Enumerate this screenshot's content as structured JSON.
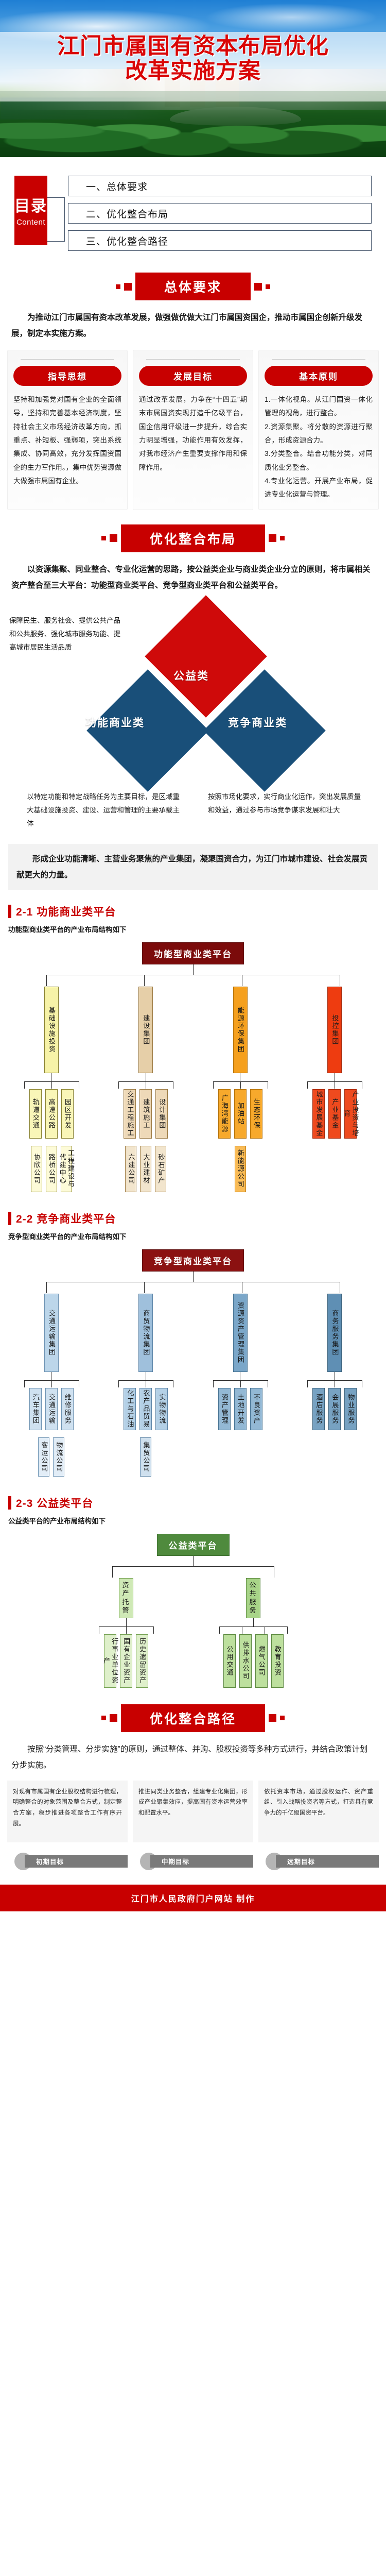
{
  "hero": {
    "title_line1": "江门市属国有资本布局优化",
    "title_line2": "改革实施方案"
  },
  "toc": {
    "badge_cn": "目录",
    "badge_en": "Content",
    "items": [
      {
        "label": "一、总体要求"
      },
      {
        "label": "二、优化整合布局"
      },
      {
        "label": "三、优化整合路径"
      }
    ]
  },
  "section1": {
    "banner": "总体要求",
    "lede": "为推动江门市属国有资本改革发展，做强做优做大江门市属国资国企，推动市属国企创新升级发展，制定本实施方案。",
    "cards": [
      {
        "title": "指导思想",
        "body": "坚持和加强党对国有企业的全面领导，坚持和完善基本经济制度，坚持社会主义市场经济改革方向，抓重点、补短板、强弱项，突出系统集成、协同高效，充分发挥国资国企的生力军作用。，集中优势资源做大做强市属国有企业。"
      },
      {
        "title": "发展目标",
        "body": "通过改革发展，力争在“十四五”期末市属国资实现打造千亿级平台，国企信用评级进一步提升，综合实力明显增强，功能作用有效发挥，对我市经济产生重要支撑作用和保障作用。"
      },
      {
        "title": "基本原则",
        "body": "1.一体化视角。从江门国资一体化管理的视角，进行整合。\n2.资源集聚。将分散的资源进行聚合，形成资源合力。\n3.分类整合。结合功能分类，对同质化业务整合。\n4.专业化运营。开展产业布局，促进专业化运营与管理。"
      }
    ]
  },
  "section2": {
    "banner": "优化整合布局",
    "lede": "以资源集聚、同业整合、专业化运营的思路，按公益类企业与商业类企业分立的原则，将市属相关资产整合至三大平台：功能型商业类平台、竞争型商业类平台和公益类平台。",
    "diamonds": {
      "top": {
        "label": "公益类",
        "color": "#cf0a0a"
      },
      "left": {
        "label": "功能商业类",
        "color": "#194f79"
      },
      "right": {
        "label": "竞争商业类",
        "color": "#194f79"
      }
    },
    "diamond_texts": {
      "top": "保障民生、服务社会、提供公共产品和公共服务、强化城市服务功能、提高城市居民生活品质",
      "left": "以特定功能和特定战略任务为主要目标，是区域重大基础设施投资、建设、运营和管理的主要承载主体",
      "right": "按照市场化要求，实行商业化运作，突出发展质量和效益，通过参与市场竞争谋求发展和壮大"
    },
    "summary": "形成企业功能清晰、主营业务聚焦的产业集团，凝聚国资合力，为江门市城市建设、社会发展贡献更大的力量。"
  },
  "sub21": {
    "number": "2-1",
    "title": "功能商业类平台",
    "note": "功能型商业类平台的产业布局结构如下",
    "chart": {
      "root": "功能型商业类平台",
      "branches": [
        {
          "name": "基础设施投资",
          "color": "#f7f3a8",
          "border": "#8a8330",
          "leaves": [
            {
              "label": "轨道交通"
            },
            {
              "label": "高速公路"
            },
            {
              "label": "园区开发"
            }
          ],
          "subleaves": [
            {
              "label": "协欣公司"
            },
            {
              "label": "路桥公司"
            },
            {
              "label": "工程建设与代建中心"
            }
          ]
        },
        {
          "name": "建设集团",
          "color": "#e6cfa8",
          "border": "#9c7b45",
          "leaves": [
            {
              "label": "交通工程施工"
            },
            {
              "label": "建筑施工"
            },
            {
              "label": "设计集团"
            }
          ],
          "subleaves": [
            {
              "label": "六建公司"
            },
            {
              "label": "大业建材"
            },
            {
              "label": "砂石矿产"
            }
          ]
        },
        {
          "name": "能源环保集团",
          "color": "#f5a01e",
          "border": "#b5740d",
          "leaves": [
            {
              "label": "广海湾能源"
            },
            {
              "label": "加油站"
            },
            {
              "label": "生态环保"
            }
          ],
          "subleaves": [
            {
              "label": "新能源公司"
            }
          ]
        },
        {
          "name": "投控集团",
          "color": "#ee3c10",
          "border": "#a82a0b",
          "leaves": [
            {
              "label": "城市发展基金"
            },
            {
              "label": "产业基金"
            },
            {
              "label": "产业投资与培育"
            }
          ],
          "subleaves": []
        }
      ]
    }
  },
  "sub22": {
    "number": "2-2",
    "title": "竞争商业类平台",
    "note": "竞争型商业类平台的产业布局结构如下",
    "chart": {
      "root": "竞争型商业类平台",
      "branches": [
        {
          "name": "交通运输集团",
          "color": "#bcd6ea",
          "border": "#6d93b3",
          "leaves": [
            {
              "label": "汽车集团"
            },
            {
              "label": "交通运输"
            },
            {
              "label": "维修服务"
            }
          ],
          "subleaves": [
            {
              "label": "客运公司"
            },
            {
              "label": "物流公司"
            }
          ]
        },
        {
          "name": "商贸物流集团",
          "color": "#9fc0dc",
          "border": "#5f86a8",
          "leaves": [
            {
              "label": "化工与石油"
            },
            {
              "label": "农产品贸易"
            },
            {
              "label": "实物物流"
            }
          ],
          "subleaves": [
            {
              "label": "集贸公司"
            }
          ]
        },
        {
          "name": "资源资产管理集团",
          "color": "#7ba7c9",
          "border": "#4a7594",
          "leaves": [
            {
              "label": "资产管理"
            },
            {
              "label": "土地开发"
            },
            {
              "label": "不良资产"
            }
          ],
          "subleaves": []
        },
        {
          "name": "商务服务集团",
          "color": "#5f8fb4",
          "border": "#3c647f",
          "leaves": [
            {
              "label": "酒店服务"
            },
            {
              "label": "会展服务"
            },
            {
              "label": "物业服务"
            }
          ],
          "subleaves": []
        }
      ]
    }
  },
  "sub23": {
    "number": "2-3",
    "title": "公益类平台",
    "note": "公益类平台的产业布局结构如下",
    "chart": {
      "root": "公益类平台",
      "branches": [
        {
          "name": "资产托管",
          "color": "#cfe9b6",
          "border": "#76a254",
          "leaves": [
            {
              "label": "行事业单位资产"
            },
            {
              "label": "国有企业资产"
            },
            {
              "label": "历史遗留资产"
            }
          ],
          "subleaves": []
        },
        {
          "name": "公共服务",
          "color": "#a8d488",
          "border": "#5d8a41",
          "leaves": [
            {
              "label": "公用交通"
            },
            {
              "label": "供排水公司"
            },
            {
              "label": "燃气公司"
            },
            {
              "label": "教育投资"
            }
          ],
          "subleaves": []
        }
      ]
    }
  },
  "section3": {
    "banner": "优化整合路径",
    "lede": "按照“分类管理、分步实施”的原则，通过整体、并购、股权投资等多种方式进行，并结合政策计划分步实施。",
    "cards": [
      "对现有市属国有企业股权结构进行梳理，明确整合的对象范围及整合方式，制定整合方案，稳步推进各项整合工作有序开展。",
      "推进同类业务整合，组建专业化集团，形成产业聚集效应，提高国有资本运营效率和配置水平。",
      "依托资本市场，通过股权运作、资产重组、引入战略投资者等方式，打造具有竞争力的千亿级国资平台。"
    ],
    "stages": [
      {
        "label": "初期目标"
      },
      {
        "label": "中期目标"
      },
      {
        "label": "远期目标"
      }
    ]
  },
  "footer": {
    "text": "江门市人民政府门户网站 制作"
  }
}
